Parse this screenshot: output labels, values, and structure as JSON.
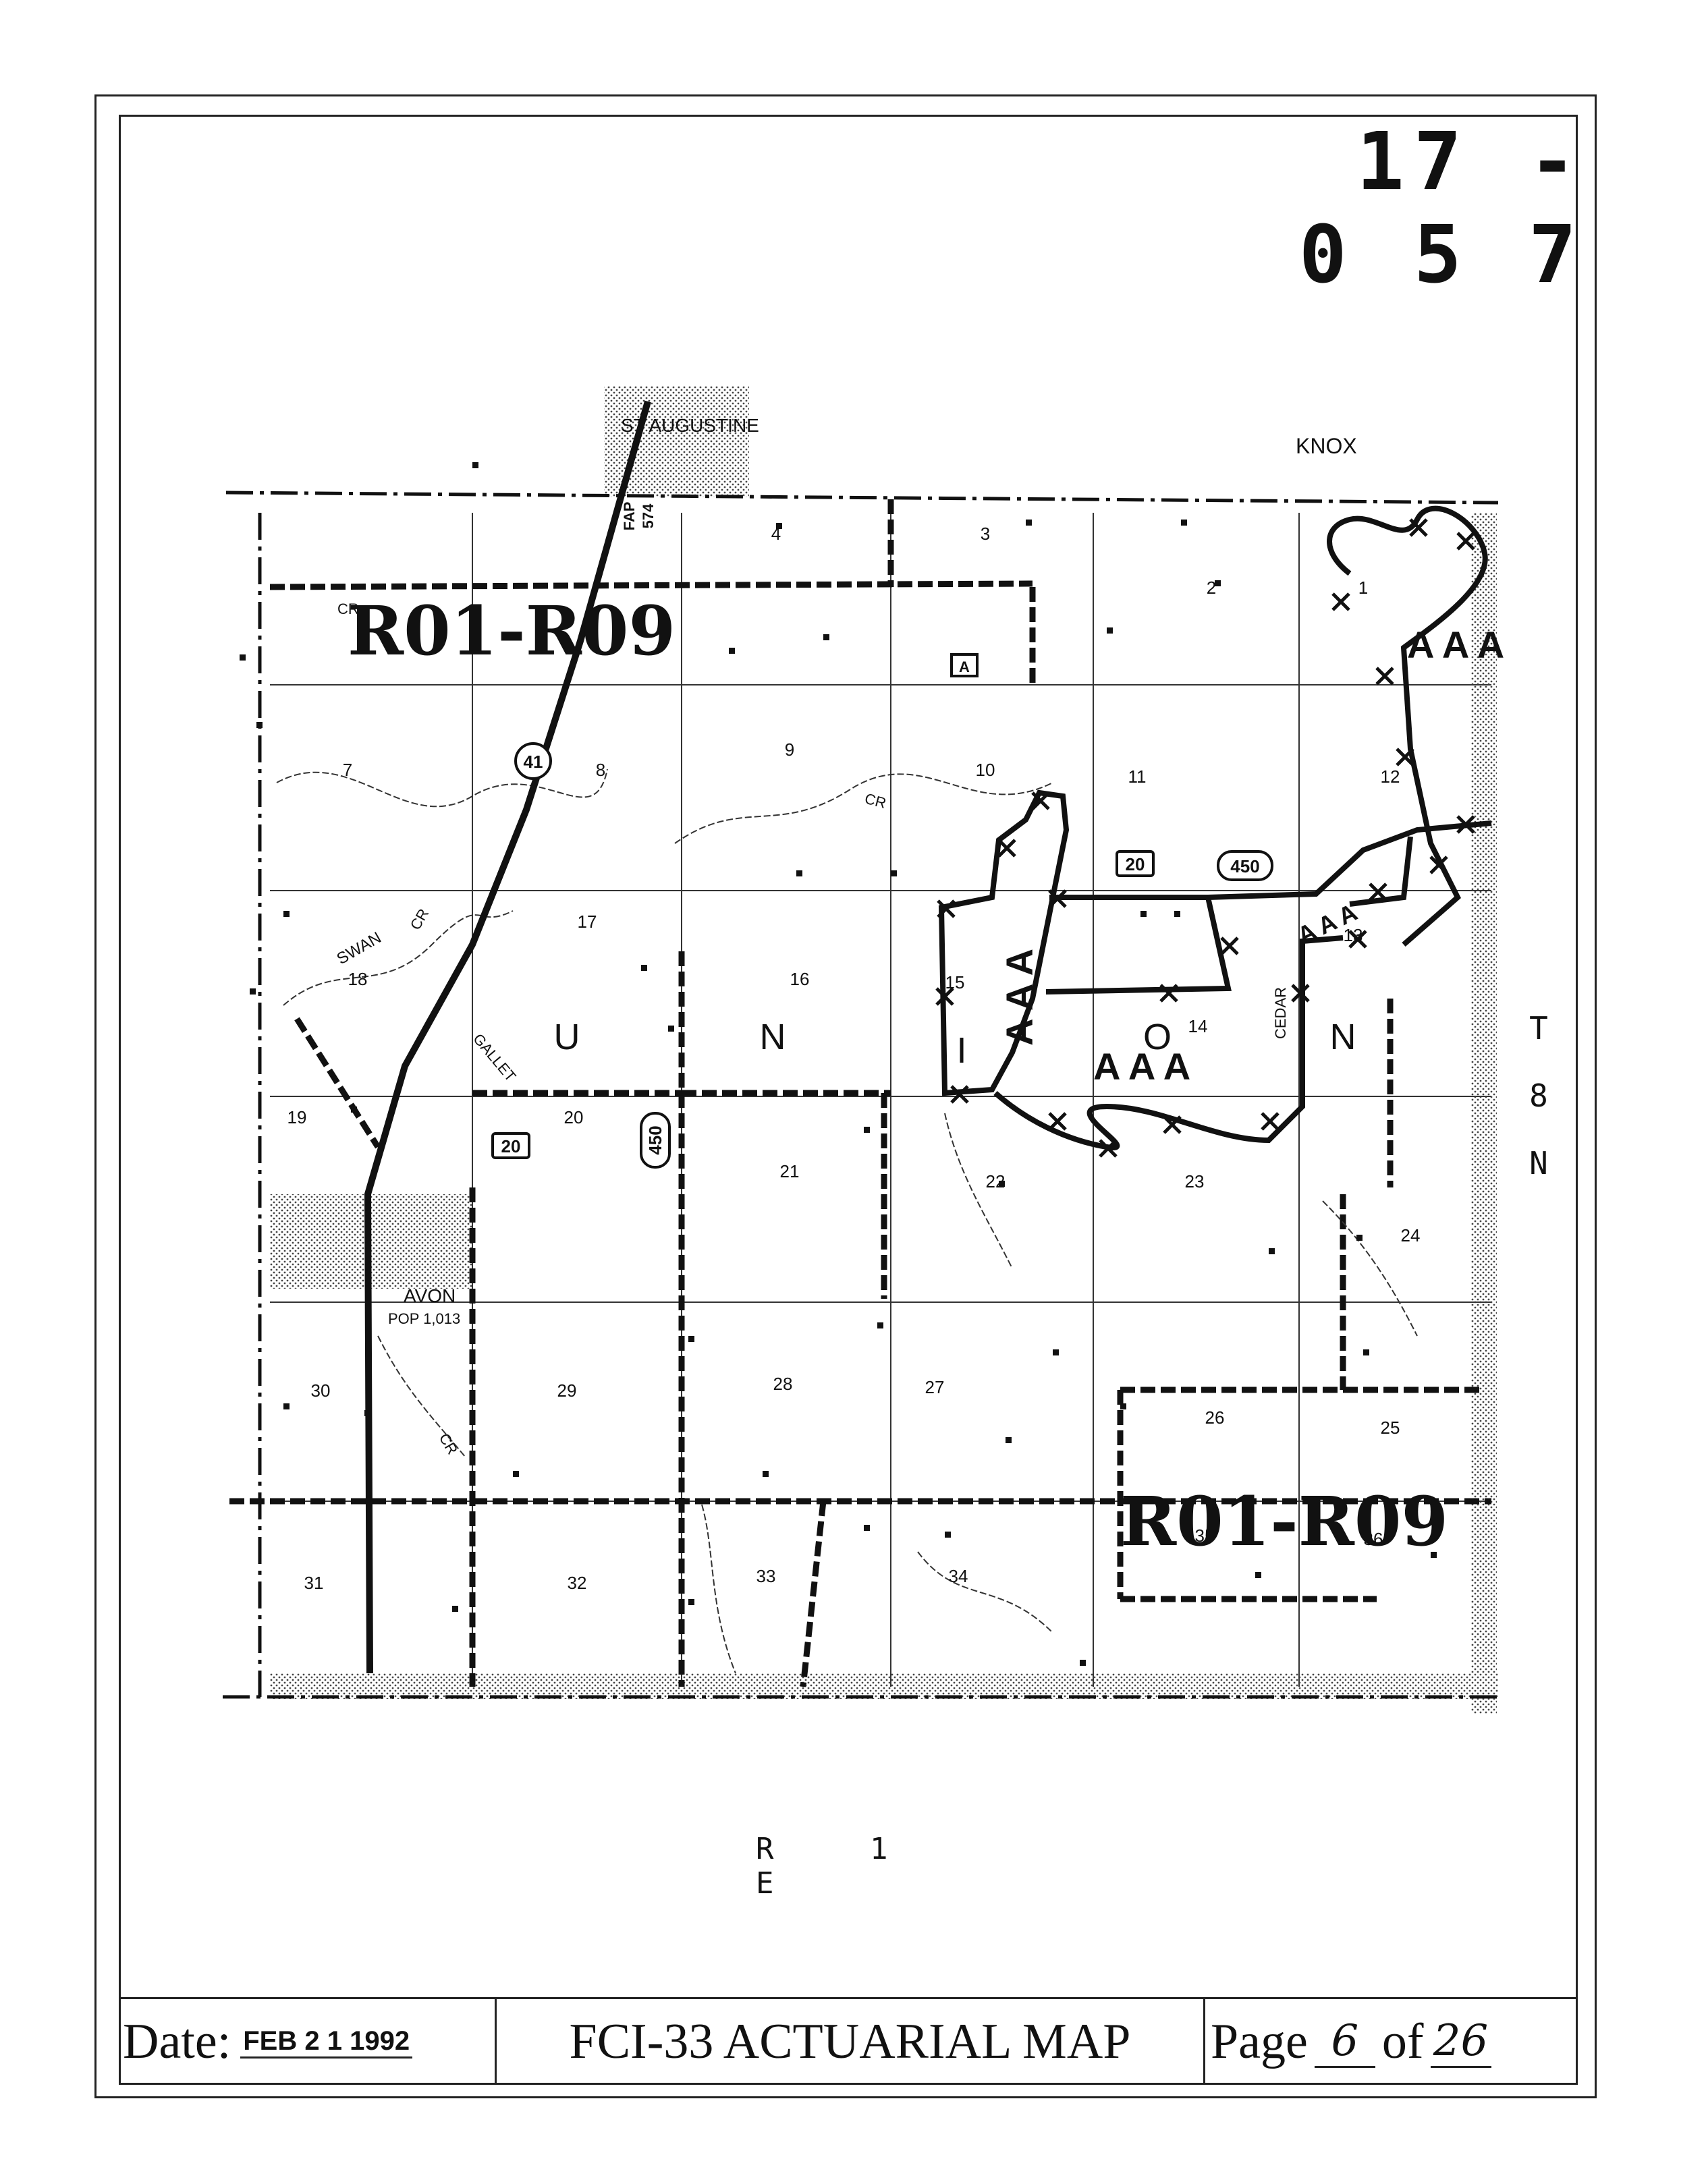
{
  "map_id": "17 - 0 5 7",
  "range_label": "R 1 E",
  "township_label": [
    "T",
    "8",
    "N"
  ],
  "places": {
    "st_augustine": "ST AUGUSTINE",
    "knox": "KNOX",
    "avon": "AVON",
    "avon_pop": "POP 1,013"
  },
  "roads": {
    "fap_label": "FAP",
    "fap_number": "574",
    "route_41": "41",
    "route_20a": "20",
    "route_20b": "20",
    "route_450a": "450",
    "route_450b": "450",
    "shield_a": "A"
  },
  "waterways": {
    "swan": "SWAN",
    "cr_a": "CR",
    "cr_b": "CR",
    "cr_c": "CR",
    "cr_d": "CR",
    "gallet": "GALLET",
    "cedar": "CEDAR"
  },
  "rate_labels": {
    "r_upper": "R01-R09",
    "r_lower": "R01-R09",
    "aaa_top": "A A A",
    "aaa_mid": "A A A",
    "aaa_center": "A A A",
    "aaa_small": "A A A"
  },
  "county_letters": [
    "U",
    "N",
    "I",
    "O",
    "N"
  ],
  "sections": [
    {
      "n": "1"
    },
    {
      "n": "2"
    },
    {
      "n": "3"
    },
    {
      "n": "4"
    },
    {
      "n": "7"
    },
    {
      "n": "8"
    },
    {
      "n": "9"
    },
    {
      "n": "10"
    },
    {
      "n": "11"
    },
    {
      "n": "12"
    },
    {
      "n": "13"
    },
    {
      "n": "14"
    },
    {
      "n": "15"
    },
    {
      "n": "16"
    },
    {
      "n": "17"
    },
    {
      "n": "18"
    },
    {
      "n": "19"
    },
    {
      "n": "20"
    },
    {
      "n": "21"
    },
    {
      "n": "22"
    },
    {
      "n": "23"
    },
    {
      "n": "24"
    },
    {
      "n": "25"
    },
    {
      "n": "26"
    },
    {
      "n": "27"
    },
    {
      "n": "28"
    },
    {
      "n": "29"
    },
    {
      "n": "30"
    },
    {
      "n": "31"
    },
    {
      "n": "32"
    },
    {
      "n": "33"
    },
    {
      "n": "34"
    },
    {
      "n": "35"
    },
    {
      "n": "36"
    }
  ],
  "footer": {
    "date_label": "Date:",
    "date_value": "FEB 2 1 1992",
    "title": "FCI-33 ACTUARIAL MAP",
    "page_prefix": "Page",
    "page_current": "6",
    "page_of": "of",
    "page_total": "26"
  },
  "colors": {
    "ink": "#111111",
    "stipple": "#bdbdbd",
    "background": "#ffffff"
  }
}
